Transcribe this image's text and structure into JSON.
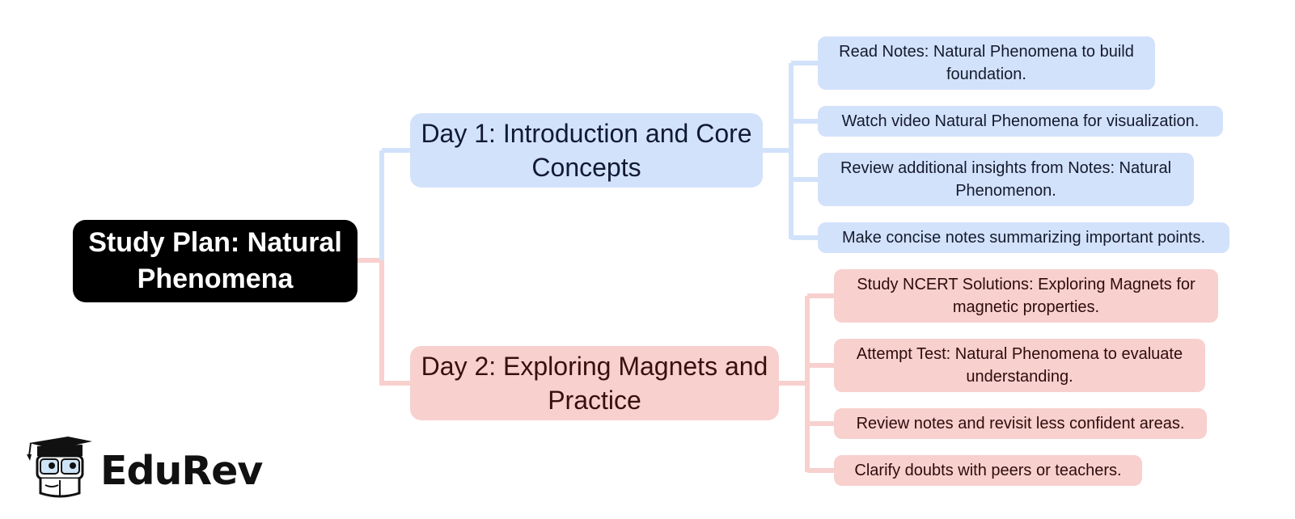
{
  "root": {
    "label": "Study Plan: Natural Phenomena"
  },
  "branches": [
    {
      "label": "Day 1: Introduction and Core Concepts",
      "tasks": [
        "Read Notes: Natural Phenomena to build foundation.",
        "Watch video Natural Phenomena for visualization.",
        "Review additional insights from Notes: Natural Phenomenon.",
        "Make concise notes summarizing important points."
      ]
    },
    {
      "label": "Day 2: Exploring Magnets and Practice",
      "tasks": [
        "Study NCERT Solutions: Exploring Magnets for magnetic properties.",
        "Attempt Test: Natural Phenomena to evaluate understanding.",
        "Review notes and revisit less confident areas.",
        "Clarify doubts with peers or teachers."
      ]
    }
  ],
  "logo": {
    "text": "EduRev",
    "icon": "graduation-cap-mascot-icon"
  },
  "colors": {
    "root_bg": "#000000",
    "day1_bg": "#d3e2fb",
    "day1_line": "#d3e2fb",
    "day2_bg": "#f8d0ce",
    "day2_line": "#f8d0ce"
  }
}
